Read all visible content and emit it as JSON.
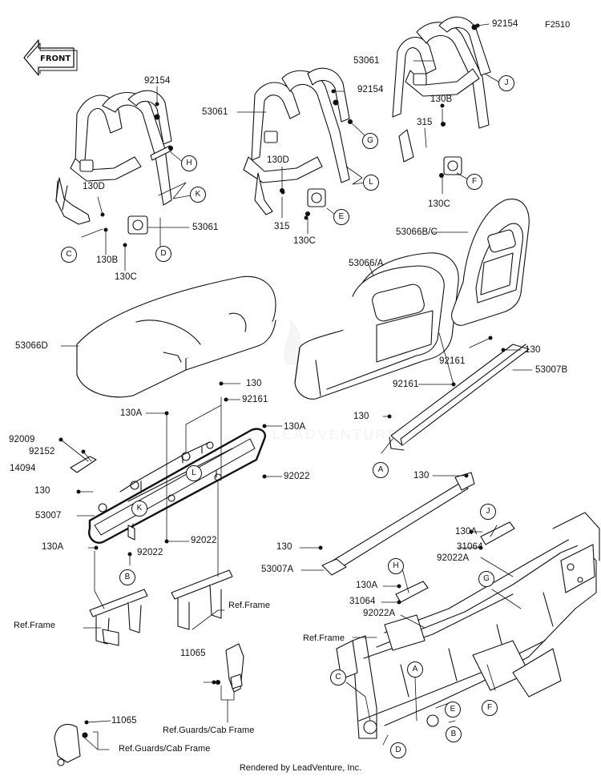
{
  "figure_code": "F2510",
  "front_badge": "FRONT",
  "watermark": "LEADVENTURE",
  "footer": "Rendered by LeadVenture, Inc.",
  "parts": {
    "p92154_a": "92154",
    "p92154_b": "92154",
    "p92154_c": "92154",
    "p53061_a": "53061",
    "p53061_b": "53061",
    "p53061_c": "53061",
    "p130B_a": "130B",
    "p130B_b": "130B",
    "p315_a": "315",
    "p315_b": "315",
    "p130D_a": "130D",
    "p130D_b": "130D",
    "p130C_a": "130C",
    "p130C_b": "130C",
    "p130C_c": "130C",
    "p53066BC": "53066B/C",
    "p53066A": "53066/A",
    "p53066D": "53066D",
    "p130_a": "130",
    "p130_b": "130",
    "p130_c": "130",
    "p130_d": "130",
    "p130_e": "130",
    "p130_f": "130",
    "p53007B": "53007B",
    "p92161_a": "92161",
    "p92161_b": "92161",
    "p92161_c": "92161",
    "p130A_a": "130A",
    "p130A_b": "130A",
    "p130A_c": "130A",
    "p130A_d": "130A",
    "p130A_e": "130A",
    "p92009": "92009",
    "p92152": "92152",
    "p14094": "14094",
    "p92022_a": "92022",
    "p92022_b": "92022",
    "p92022_c": "92022",
    "p53007": "53007",
    "p53007A": "53007A",
    "p31064_a": "31064",
    "p31064_b": "31064",
    "p92022A_a": "92022A",
    "p92022A_b": "92022A",
    "p11065_a": "11065",
    "p11065_b": "11065"
  },
  "refs": {
    "frame_a": "Ref.Frame",
    "frame_b": "Ref.Frame",
    "frame_c": "Ref.Frame",
    "guards_a": "Ref.Guards/Cab Frame",
    "guards_b": "Ref.Guards/Cab Frame"
  },
  "callouts": {
    "H1": "H",
    "K1": "K",
    "C1": "C",
    "D1": "D",
    "G1": "G",
    "L1": "L",
    "E1": "E",
    "J1": "J",
    "F1": "F",
    "A1": "A",
    "B1": "B",
    "L2": "L",
    "K2": "K",
    "J2": "J",
    "H2": "H",
    "G2": "G",
    "C2": "C",
    "A2": "A",
    "E2": "E",
    "F2": "F",
    "B2": "B",
    "D2": "D"
  }
}
